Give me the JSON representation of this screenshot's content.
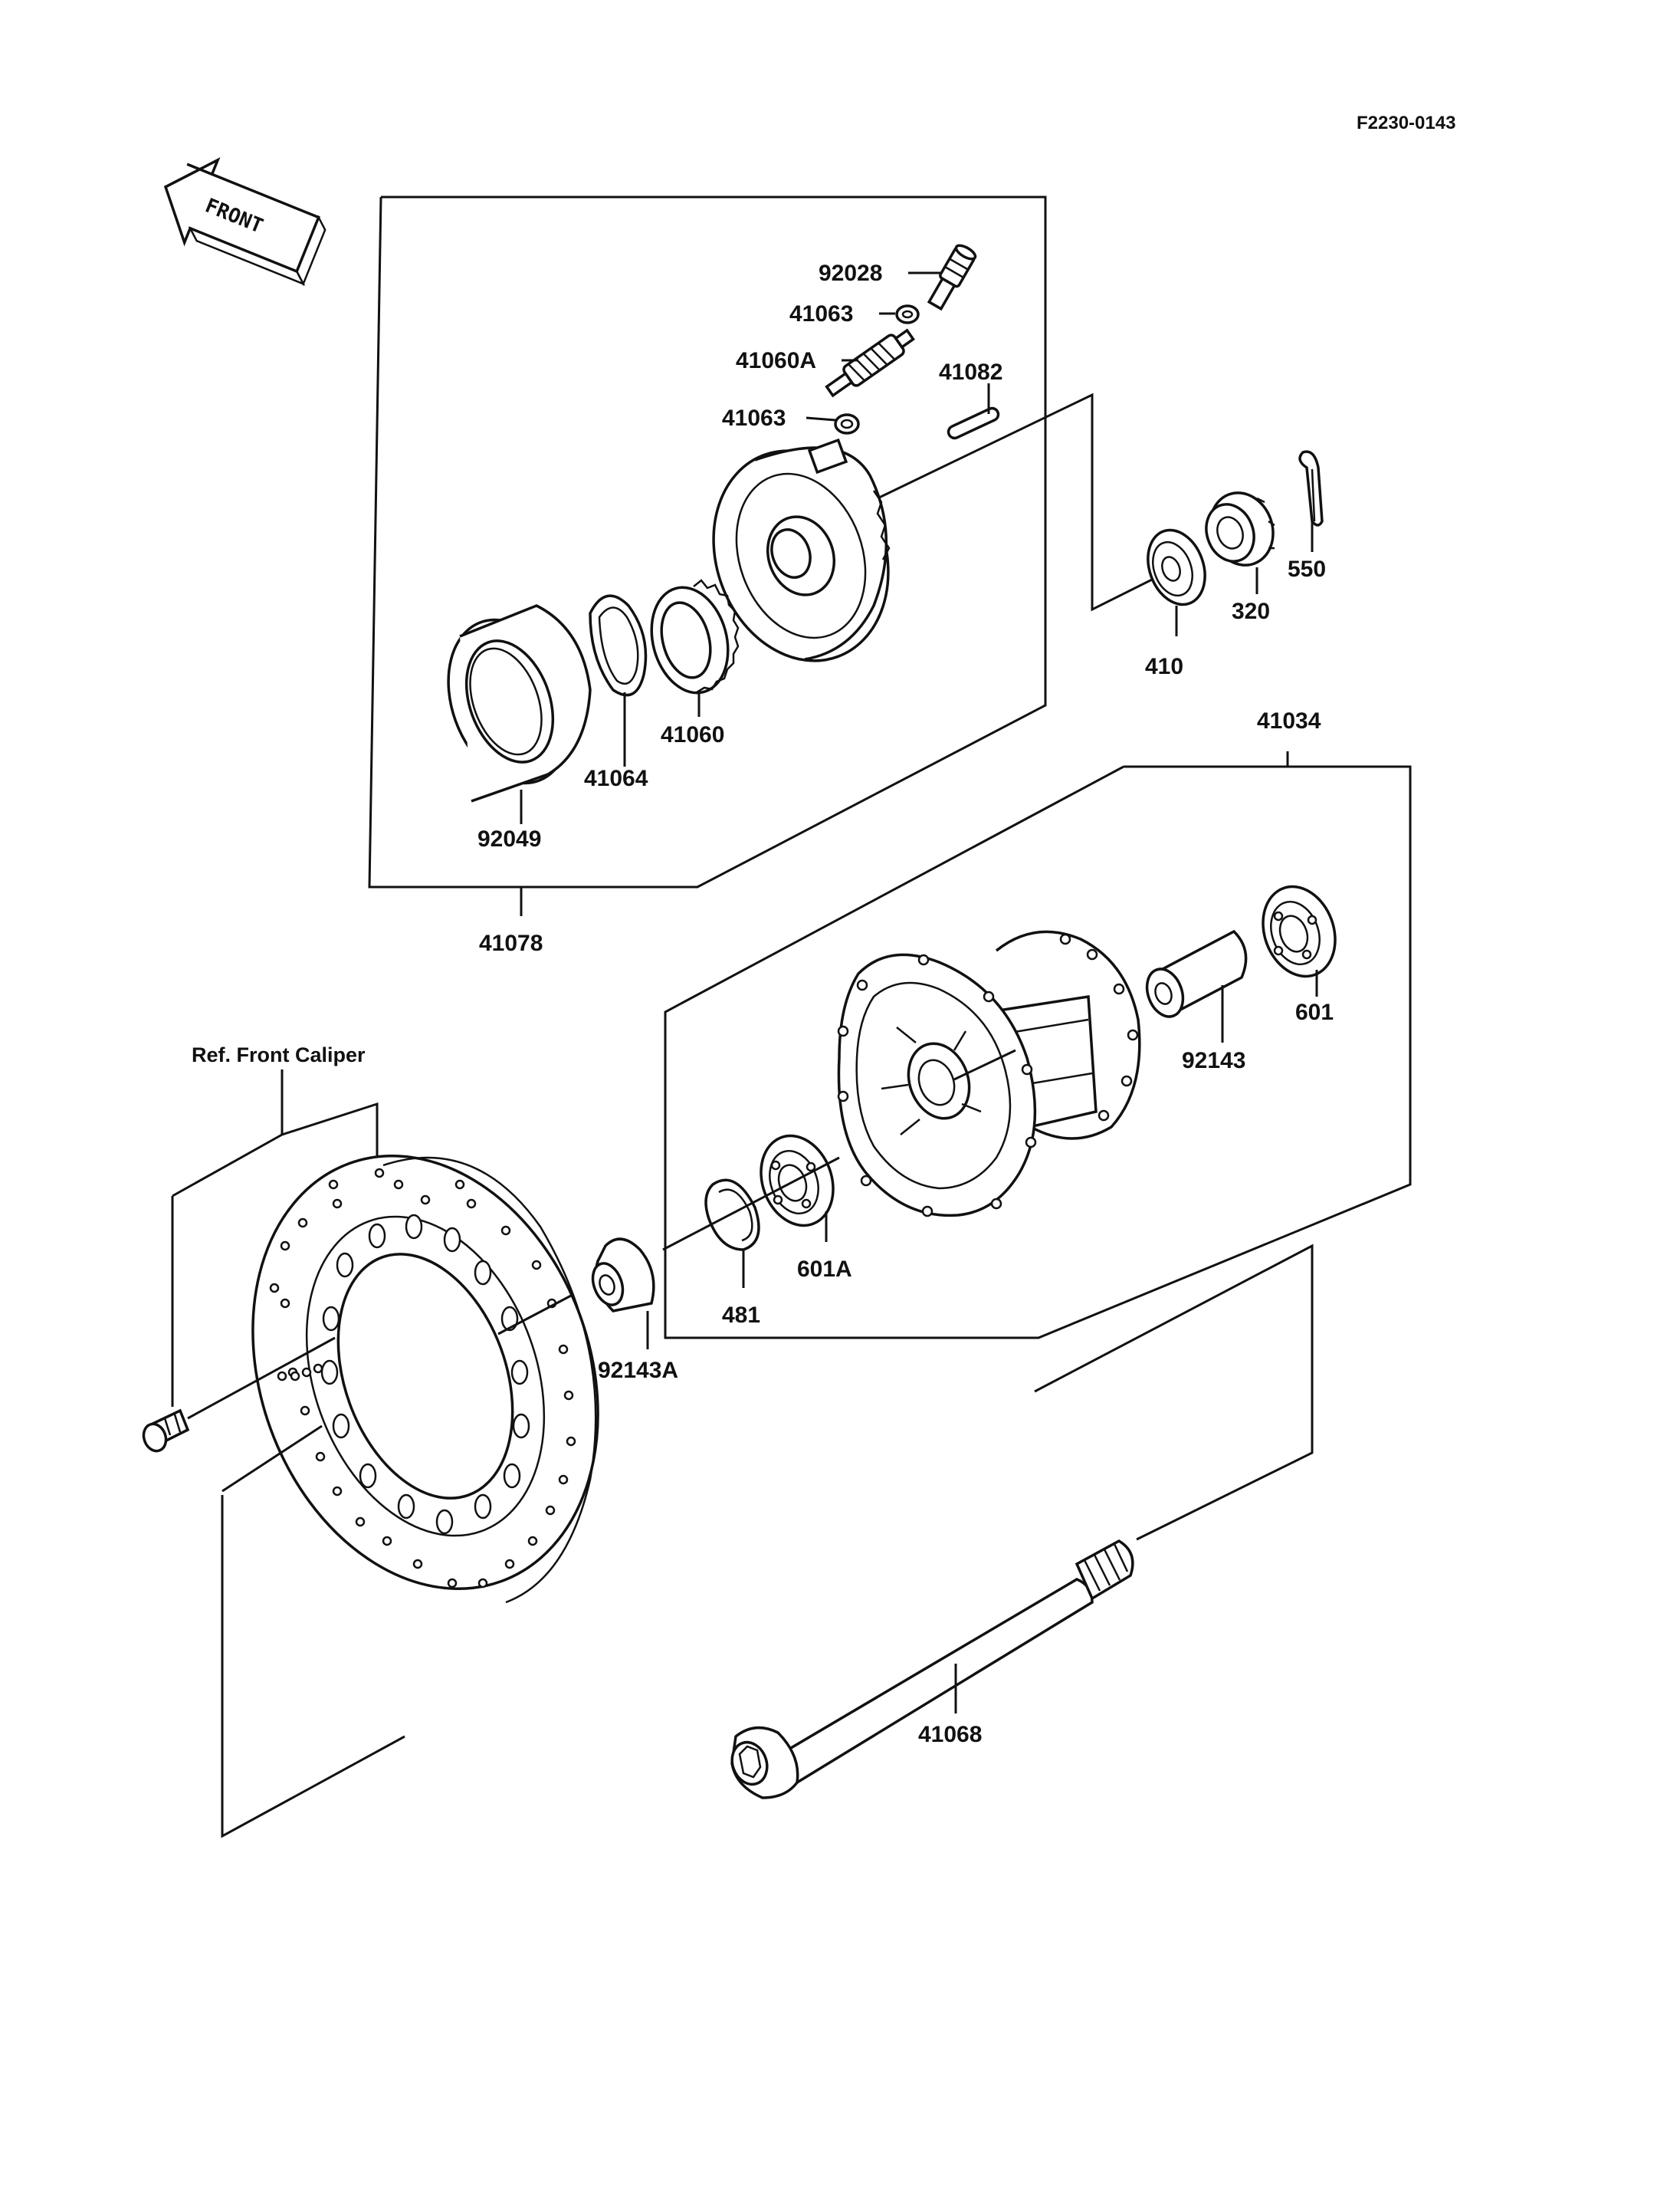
{
  "diagram_code": "F2230-0143",
  "front_label": "FRONT",
  "ref_label": "Ref. Front Caliper",
  "colors": {
    "ink": "#111111",
    "paper": "#ffffff"
  },
  "parts": {
    "p92028": "92028",
    "p41063_top": "41063",
    "p41060A": "41060A",
    "p41082": "41082",
    "p41063_bottom": "41063",
    "p550": "550",
    "p320": "320",
    "p410": "410",
    "p41060": "41060",
    "p41064": "41064",
    "p92049": "92049",
    "p41078": "41078",
    "p41034": "41034",
    "p601": "601",
    "p92143": "92143",
    "p601A": "601A",
    "p481": "481",
    "p92143A": "92143A",
    "p41068": "41068"
  }
}
